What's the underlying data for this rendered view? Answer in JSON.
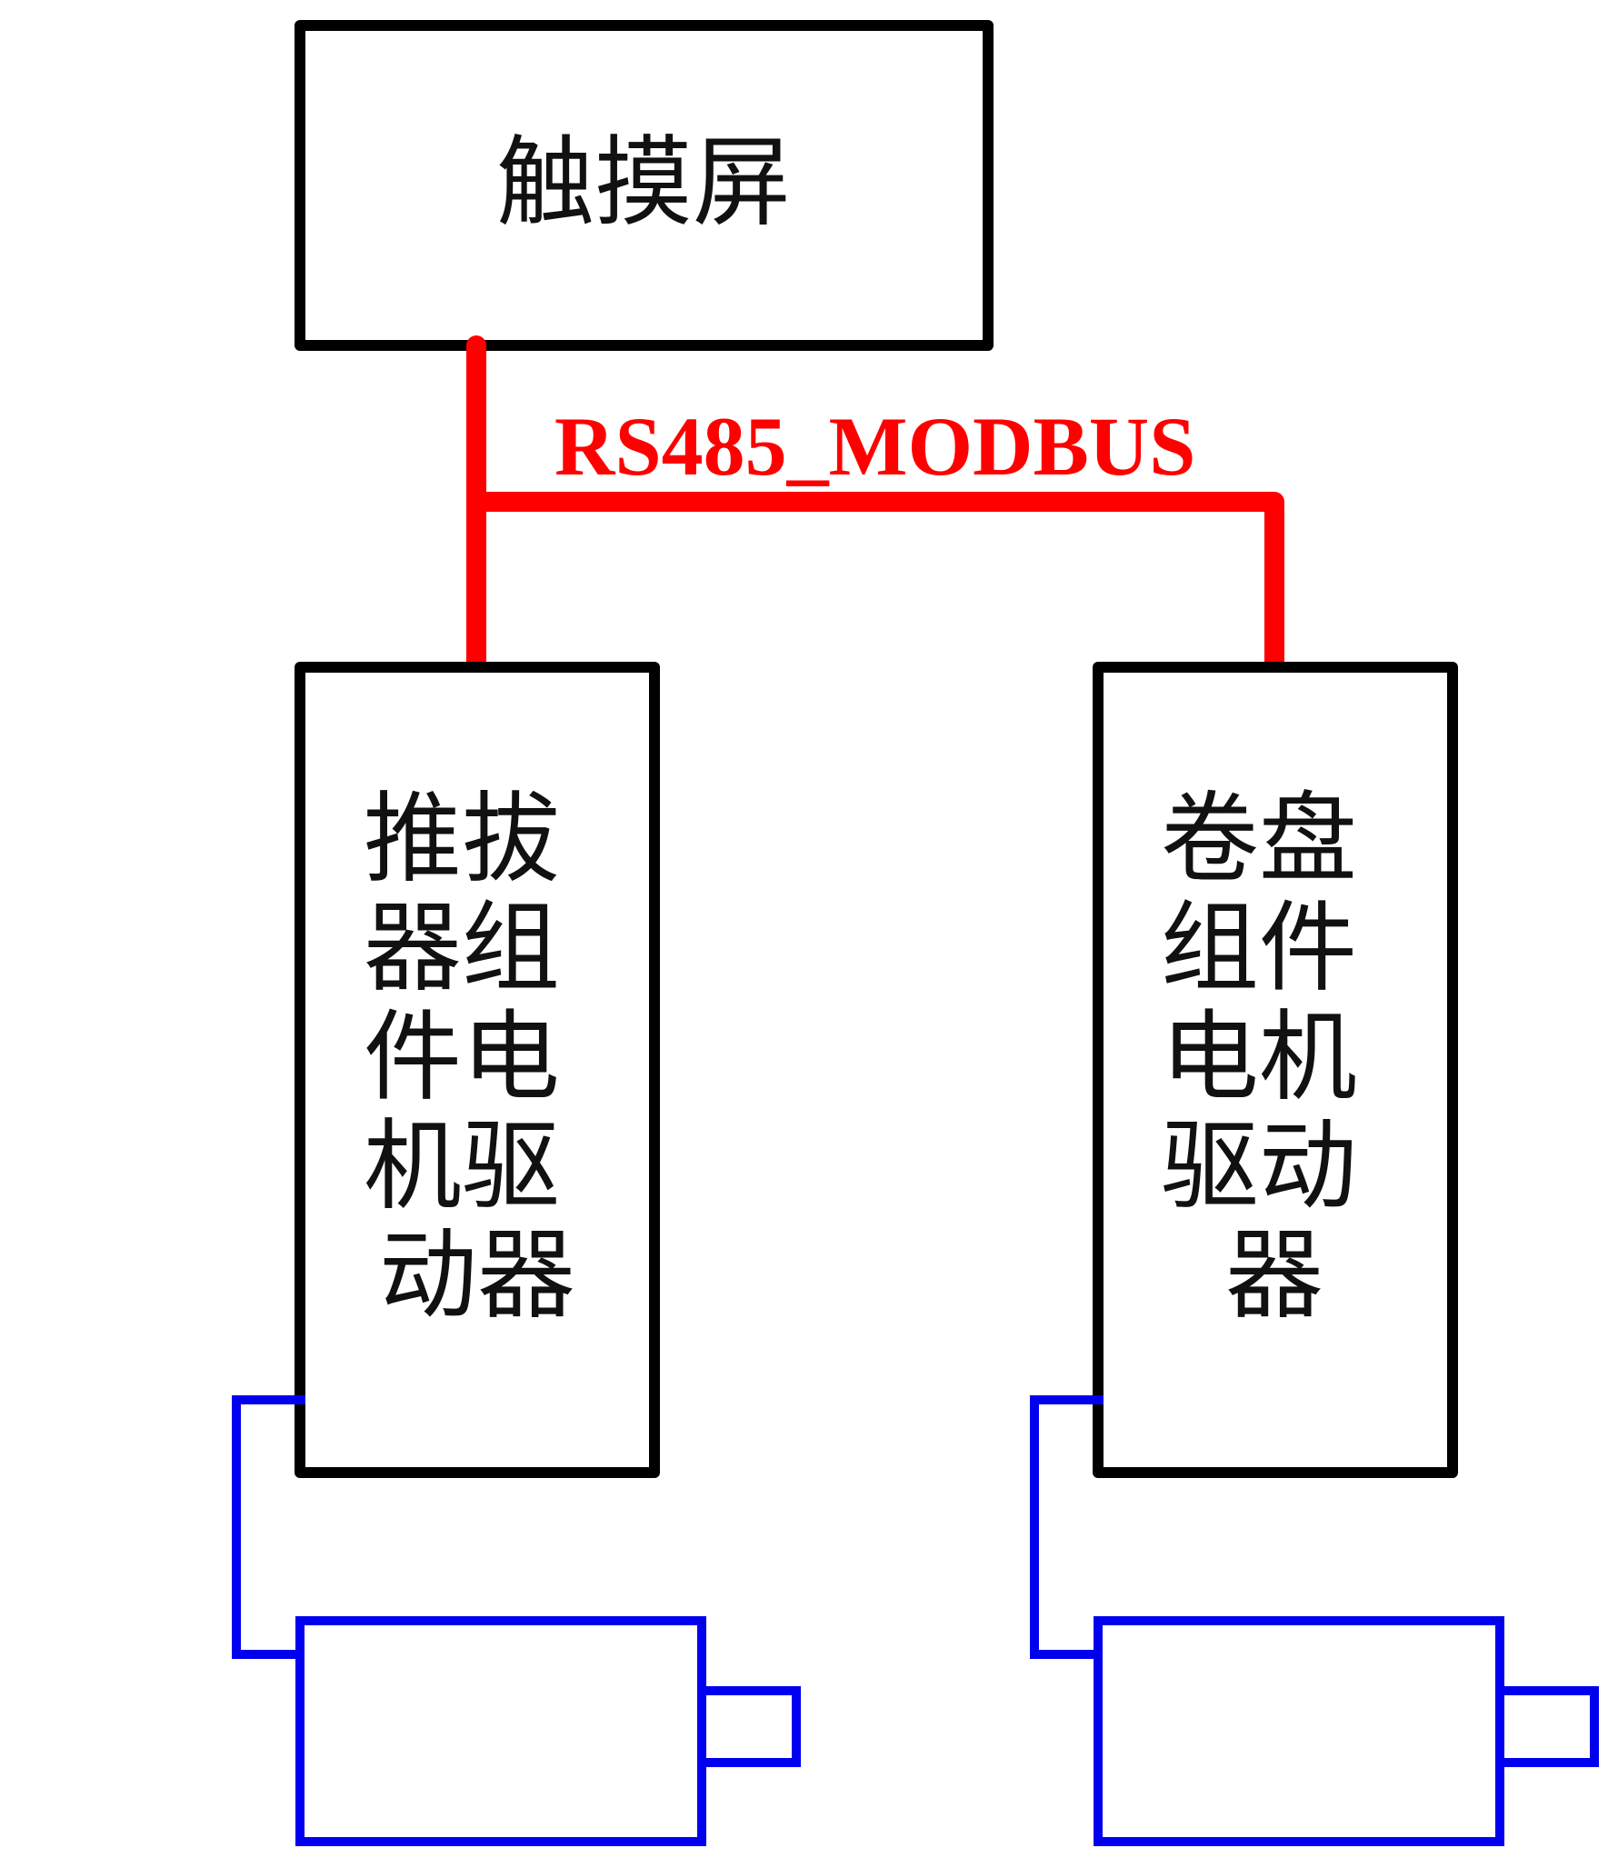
{
  "diagram": {
    "touchscreen": {
      "label": "触摸屏"
    },
    "bus": {
      "label": "RS485_MODBUS",
      "color": "#ff0000"
    },
    "driver_left": {
      "lines": [
        "推拔",
        "器组",
        "件电",
        "机驱",
        "动器"
      ]
    },
    "driver_right": {
      "lines": [
        "卷盘",
        "组件",
        "电机",
        "驱动",
        "器"
      ]
    },
    "motor_color": "#0000ee",
    "box_color": "#000000"
  }
}
